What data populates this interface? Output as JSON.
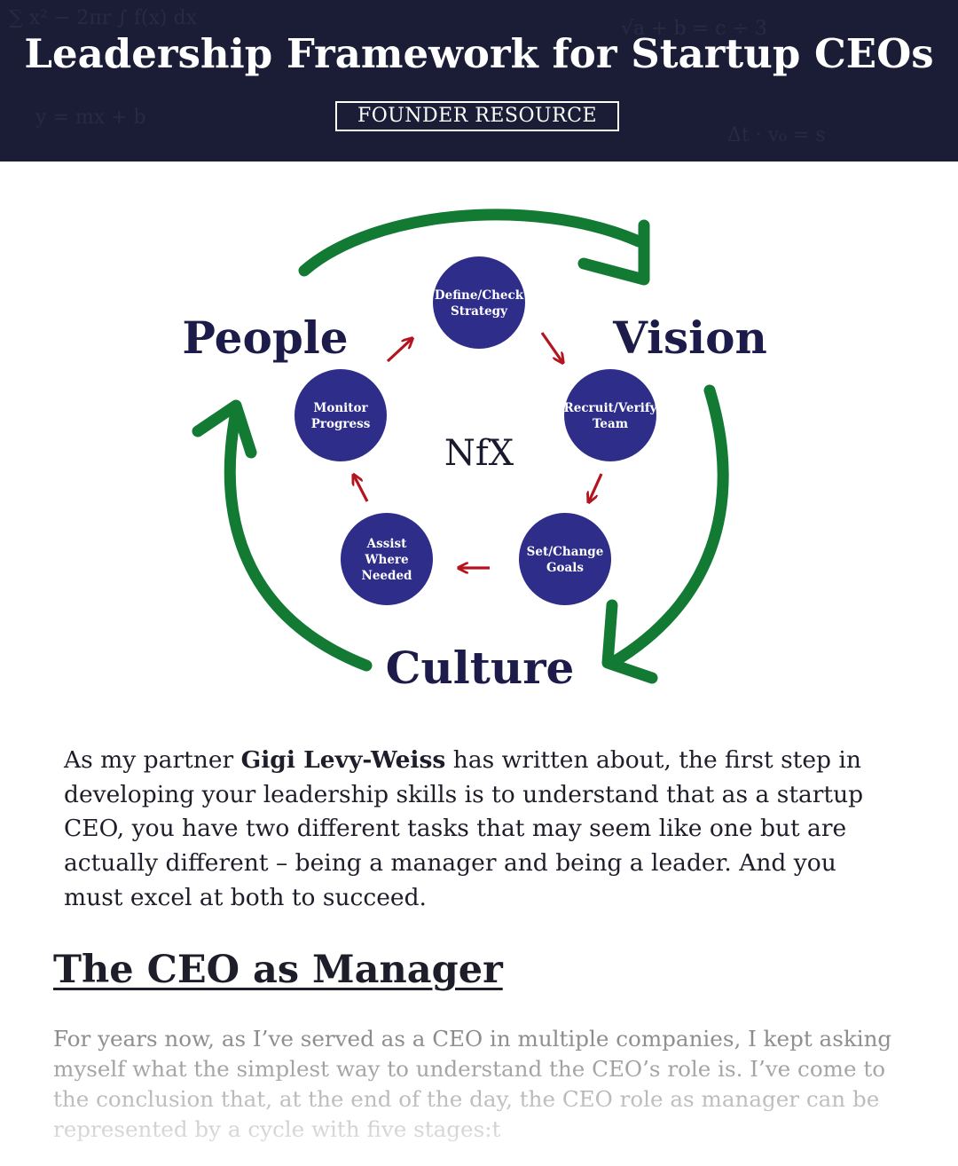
{
  "header": {
    "title": "Leadership Framework for Startup CEOs",
    "badge": "FOUNDER RESOURCE",
    "background_color": "#1b1d36"
  },
  "diagram": {
    "outer_labels": {
      "people": "People",
      "vision": "Vision",
      "culture": "Culture"
    },
    "center_logo": "NfX",
    "stages": [
      {
        "lines": [
          "Define/Check",
          "Strategy"
        ]
      },
      {
        "lines": [
          "Recruit/Verify",
          "Team"
        ]
      },
      {
        "lines": [
          "Set/Change",
          "Goals"
        ]
      },
      {
        "lines": [
          "Assist",
          "Where",
          "Needed"
        ]
      },
      {
        "lines": [
          "Monitor",
          "Progress"
        ]
      }
    ],
    "colors": {
      "circle": "#2e2d8a",
      "outer_arrow": "#137a33",
      "inner_arrow": "#b3141f",
      "label": "#1d1b4a"
    }
  },
  "article": {
    "intro_before": "As my partner ",
    "intro_name": "Gigi Levy-Weiss",
    "intro_after": " has written about, the first step in developing your leadership skills is to understand that as a startup CEO, you have two different tasks that may seem like one but are actually different – being a manager and being a leader. And you must excel at both to succeed.",
    "section_title": "The CEO as Manager",
    "section_text": "For years now, as I’ve served as a CEO in multiple companies, I kept asking myself what the simplest way to understand the CEO’s role is. I’ve come to the conclusion that, at the end of the day, the CEO role as manager can be represented by a cycle with five stages:t"
  }
}
